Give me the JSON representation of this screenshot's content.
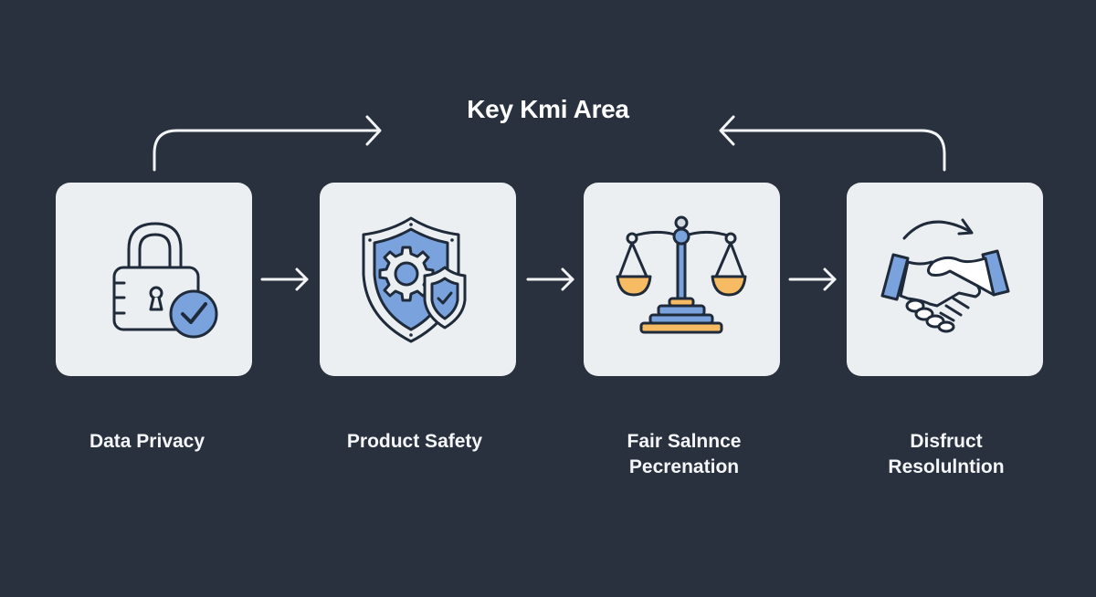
{
  "diagram": {
    "title": "Key Kmi Area",
    "background_color": "#29303e",
    "card_color": "#eceff1",
    "accent_blue": "#7aa3dd",
    "accent_orange": "#f6bb63",
    "stroke_color": "#1f2a3a",
    "steps": [
      {
        "icon": "padlock-check-icon",
        "label_line1": "Data Privacy",
        "label_line2": ""
      },
      {
        "icon": "shield-gear-icon",
        "label_line1": "Product Safety",
        "label_line2": ""
      },
      {
        "icon": "balance-scale-icon",
        "label_line1": "Fair Salnnce",
        "label_line2": "Pecrenation"
      },
      {
        "icon": "handshake-icon",
        "label_line1": "Disfruct",
        "label_line2": "Resolulntion"
      }
    ],
    "connectors": {
      "flow": "left-to-right",
      "top_left": "arrow from Data Privacy up and right toward title",
      "top_right": "arrow from Disfruct Resolulntion up and left toward title"
    }
  }
}
